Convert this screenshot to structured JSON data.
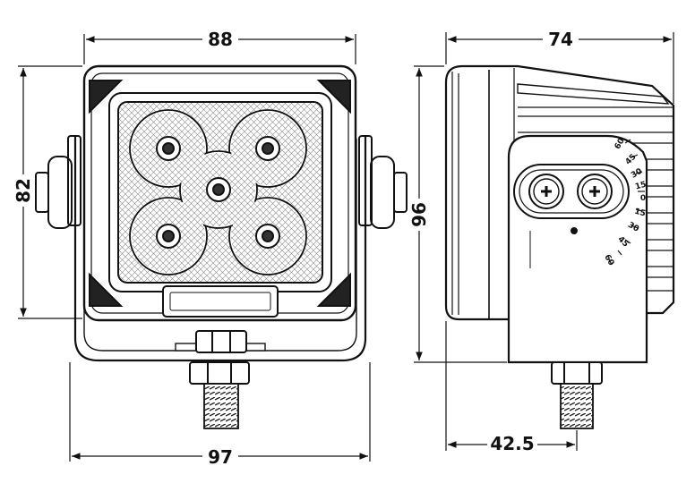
{
  "front_view": {
    "width_top": "88",
    "height_left": "82",
    "width_bottom": "97"
  },
  "side_view": {
    "depth_top": "74",
    "height": "96",
    "bolt_offset": "42.5",
    "angle_scale": [
      "60",
      "45",
      "30",
      "15",
      "0",
      "15",
      "30",
      "45",
      "60"
    ]
  }
}
